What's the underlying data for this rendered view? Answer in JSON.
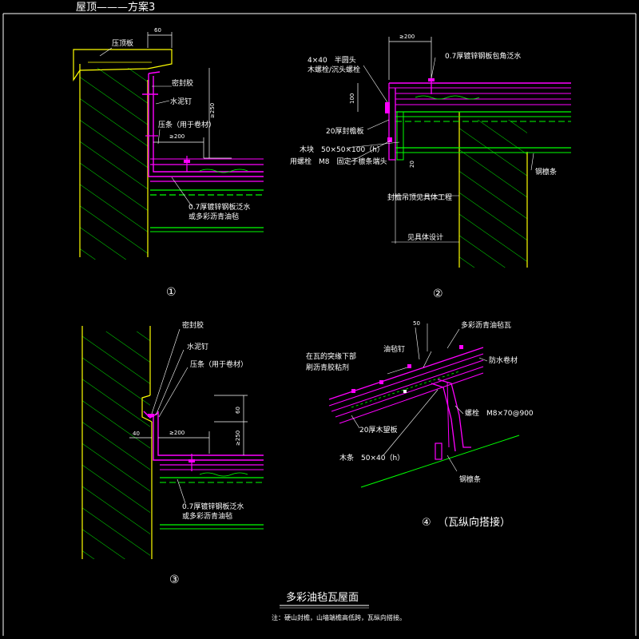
{
  "header": {
    "title": "屋顶———方案3"
  },
  "detail1": {
    "number": "①",
    "labels": {
      "coping": "压顶板",
      "dim_top": "60",
      "sealant": "密封胶",
      "nail": "水泥钉",
      "strip": "压条（用于卷材）",
      "dim_200": "≥200",
      "dim_250": "≥250",
      "flash1": "0.7厚镀锌钢板泛水",
      "flash2": "或多彩沥青油毡"
    }
  },
  "detail2": {
    "number": "②",
    "labels": {
      "dim_top": "≥200",
      "screw": "4×40　半圆头",
      "screw2": "木螺栓/沉头螺栓",
      "flash": "0.7厚镀锌钢板包角泛水",
      "dim_100": "100",
      "board": "20厚封檐板",
      "block": "木块　50×50×100（h）",
      "bolt": "用螺栓　M8　固定于檩条端头",
      "dim_20": "20",
      "purlin": "钢檩条",
      "gutter": "封檐吊顶见具体工程",
      "design": "见具体设计"
    }
  },
  "detail3": {
    "number": "③",
    "labels": {
      "sealant": "密封胶",
      "nail": "水泥钉",
      "strip": "压条（用于卷材）",
      "dim_60": "60",
      "dim_40": "40",
      "dim_200": "≥200",
      "dim_250": "≥250",
      "flash1": "0.7厚镀锌钢板泛水",
      "flash2": "或多彩沥青油毡"
    }
  },
  "detail4": {
    "number": "④",
    "caption": "（瓦纵向搭接）",
    "labels": {
      "dim_50": "50",
      "tile": "多彩沥青油毡瓦",
      "nail": "油毡钉",
      "waterproof": "防水卷材",
      "glue1": "在瓦的突缘下部",
      "glue2": "刷沥青胶粘剂",
      "bolt": "螺栓　M8×70@900",
      "board": "20厚木望板",
      "batten": "木条　50×40（h）",
      "purlin": "钢檩条"
    }
  },
  "footer": {
    "title": "多彩油毡瓦屋面",
    "note": "注：硬山封檐，山墙端檐高低跨，瓦纵向搭接。"
  },
  "colors": {
    "wall": "#ffff00",
    "membrane": "#ff00ff",
    "insulation": "#00ff00",
    "dim": "#ffffff",
    "background": "#000000"
  }
}
